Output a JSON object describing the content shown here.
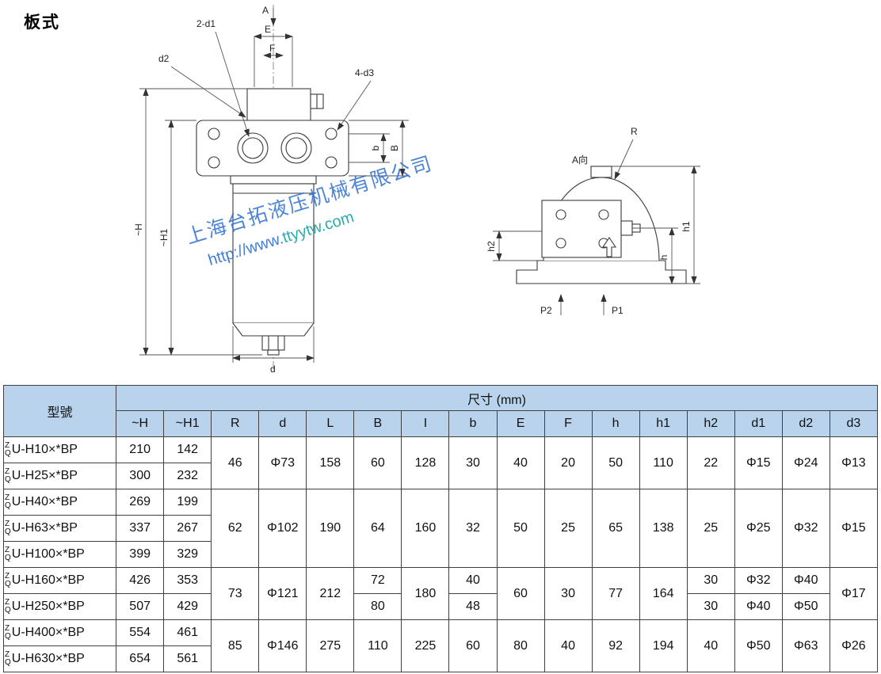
{
  "page": {
    "title": "板式"
  },
  "colors": {
    "header_bg": "#b9d3ec",
    "border": "#404040",
    "line": "#3a3a3a",
    "watermark_blue": "#2f6fd0",
    "watermark_teal": "#16a3a3"
  },
  "watermark": {
    "line1": "上海台拓液压机械有限公司",
    "line2_a": "http://www.",
    "line2_b": "ttyytw.com"
  },
  "drawing": {
    "labels": {
      "A": "A",
      "E": "E",
      "F": "F",
      "d1": "2-d1",
      "d2": "d2",
      "d3": "4-d3",
      "b": "b",
      "B": "B",
      "H": "~H",
      "H1": "~H1",
      "d": "d",
      "R": "R",
      "Aview": "A向",
      "h": "h",
      "h1": "h1",
      "h2": "h2",
      "P1": "P1",
      "P2": "P2"
    }
  },
  "table": {
    "model_header": "型號",
    "size_header": "尺寸 (mm)",
    "columns": [
      "~H",
      "~H1",
      "R",
      "d",
      "L",
      "B",
      "I",
      "b",
      "E",
      "F",
      "h",
      "h1",
      "h2",
      "d1",
      "d2",
      "d3"
    ],
    "rows": [
      {
        "p1": "Z",
        "p2": "Q",
        "name": "U-H10×*BP",
        "H": "210",
        "H1": "142"
      },
      {
        "p1": "Z",
        "p2": "Q",
        "name": "U-H25×*BP",
        "H": "300",
        "H1": "232"
      },
      {
        "p1": "Z",
        "p2": "Q",
        "name": "U-H40×*BP",
        "H": "269",
        "H1": "199"
      },
      {
        "p1": "Z",
        "p2": "Q",
        "name": "U-H63×*BP",
        "H": "337",
        "H1": "267"
      },
      {
        "p1": "Z",
        "p2": "Q",
        "name": "U-H100×*BP",
        "H": "399",
        "H1": "329"
      },
      {
        "p1": "Z",
        "p2": "Q",
        "name": "U-H160×*BP",
        "H": "426",
        "H1": "353"
      },
      {
        "p1": "Z",
        "p2": "Q",
        "name": "U-H250×*BP",
        "H": "507",
        "H1": "429"
      },
      {
        "p1": "Z",
        "p2": "Q",
        "name": "U-H400×*BP",
        "H": "554",
        "H1": "461"
      },
      {
        "p1": "Z",
        "p2": "Q",
        "name": "U-H630×*BP",
        "H": "654",
        "H1": "561"
      }
    ],
    "g1": {
      "R": "46",
      "d": "Φ73",
      "L": "158",
      "B": "60",
      "I": "128",
      "b": "30",
      "E": "40",
      "F": "20",
      "h": "50",
      "h1": "110",
      "h2": "22",
      "d1": "Φ15",
      "d2": "Φ24",
      "d3": "Φ13"
    },
    "g2": {
      "R": "62",
      "d": "Φ102",
      "L": "190",
      "B": "64",
      "I": "160",
      "b": "32",
      "E": "50",
      "F": "25",
      "h": "65",
      "h1": "138",
      "h2": "25",
      "d1": "Φ25",
      "d2": "Φ32",
      "d3": "Φ15"
    },
    "g3": {
      "R": "73",
      "d": "Φ121",
      "L": "212",
      "I": "180",
      "E": "60",
      "F": "30",
      "h": "77",
      "h1": "164",
      "d3": "Φ17",
      "B_a": "72",
      "B_b": "80",
      "b_a": "40",
      "b_b": "48",
      "h2_a": "30",
      "h2_b": "30",
      "d1_a": "Φ32",
      "d1_b": "Φ40",
      "d2_a": "Φ40",
      "d2_b": "Φ50"
    },
    "g4": {
      "R": "85",
      "d": "Φ146",
      "L": "275",
      "B": "110",
      "I": "225",
      "b": "60",
      "E": "80",
      "F": "40",
      "h": "92",
      "h1": "194",
      "h2": "40",
      "d1": "Φ50",
      "d2": "Φ63",
      "d3": "Φ26"
    }
  }
}
